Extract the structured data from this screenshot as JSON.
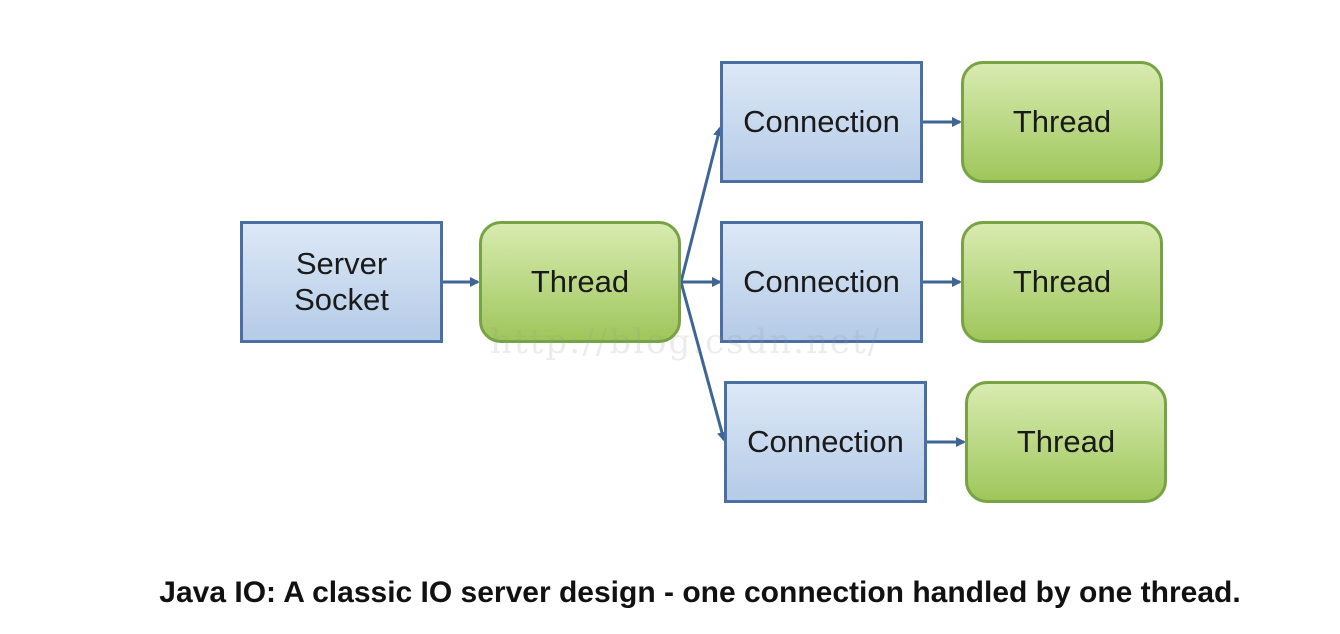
{
  "diagram": {
    "server_socket": [
      "Server",
      "Socket"
    ],
    "acceptor_thread": "Thread",
    "connections": [
      {
        "connection": "Connection",
        "thread": "Thread"
      },
      {
        "connection": "Connection",
        "thread": "Thread"
      },
      {
        "connection": "Connection",
        "thread": "Thread"
      }
    ],
    "watermark": "http://blog.csdn.net/",
    "caption": "Java IO: A classic IO server design - one connection handled by one thread.",
    "colors": {
      "connection_fill": "#c6d8ee",
      "connection_border": "#4a6fa3",
      "thread_fill": "#b7d77f",
      "thread_border": "#77a345",
      "arrow": "#3f6596"
    }
  }
}
